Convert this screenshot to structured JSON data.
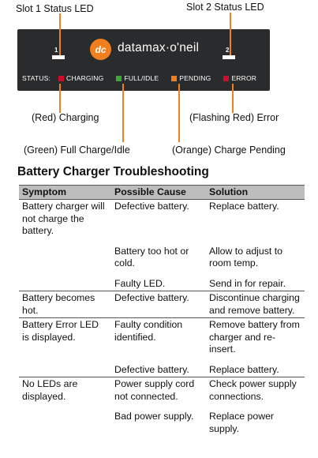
{
  "diagram": {
    "slot1_label": "Slot 1 Status LED",
    "slot2_label": "Slot 2 Status LED",
    "slot1_number": "1",
    "slot2_number": "2",
    "logo_mark": "dc",
    "brand": "datamax·o'neil",
    "status_label": "STATUS:",
    "status_items": [
      {
        "label": "CHARGING",
        "color": "#c8102e"
      },
      {
        "label": "FULL/IDLE",
        "color": "#3aa935"
      },
      {
        "label": "PENDING",
        "color": "#f07f1e"
      },
      {
        "label": "ERROR",
        "color": "#c8102e"
      }
    ],
    "callouts": {
      "charging": "(Red) Charging",
      "error": "(Flashing Red) Error",
      "full": "(Green) Full Charge/Idle",
      "pending": "(Orange) Charge Pending"
    },
    "accent_color": "#f07f1e",
    "panel_color": "#2a2b2d"
  },
  "section_title": "Battery Charger Troubleshooting",
  "table": {
    "headers": [
      "Symptom",
      "Possible Cause",
      "Solution"
    ],
    "rows": [
      [
        "Battery charger will not charge the battery.",
        "Defective battery.",
        "Replace battery."
      ],
      [
        "",
        "Battery too hot or cold.",
        "Allow to adjust to room temp."
      ],
      [
        "",
        "Faulty LED.",
        "Send in for repair."
      ],
      [
        "Battery becomes hot.",
        "Defective battery.",
        "Discontinue charging and remove battery."
      ],
      [
        "Battery Error LED is displayed.",
        "Faulty condition identified.",
        "Remove battery from charger and re-insert."
      ],
      [
        "",
        "Defective battery.",
        "Replace battery."
      ],
      [
        "No LEDs are displayed.",
        "Power supply cord not connected.",
        "Check power supply connections."
      ],
      [
        "",
        "Bad power supply.",
        "Replace power supply."
      ]
    ]
  }
}
